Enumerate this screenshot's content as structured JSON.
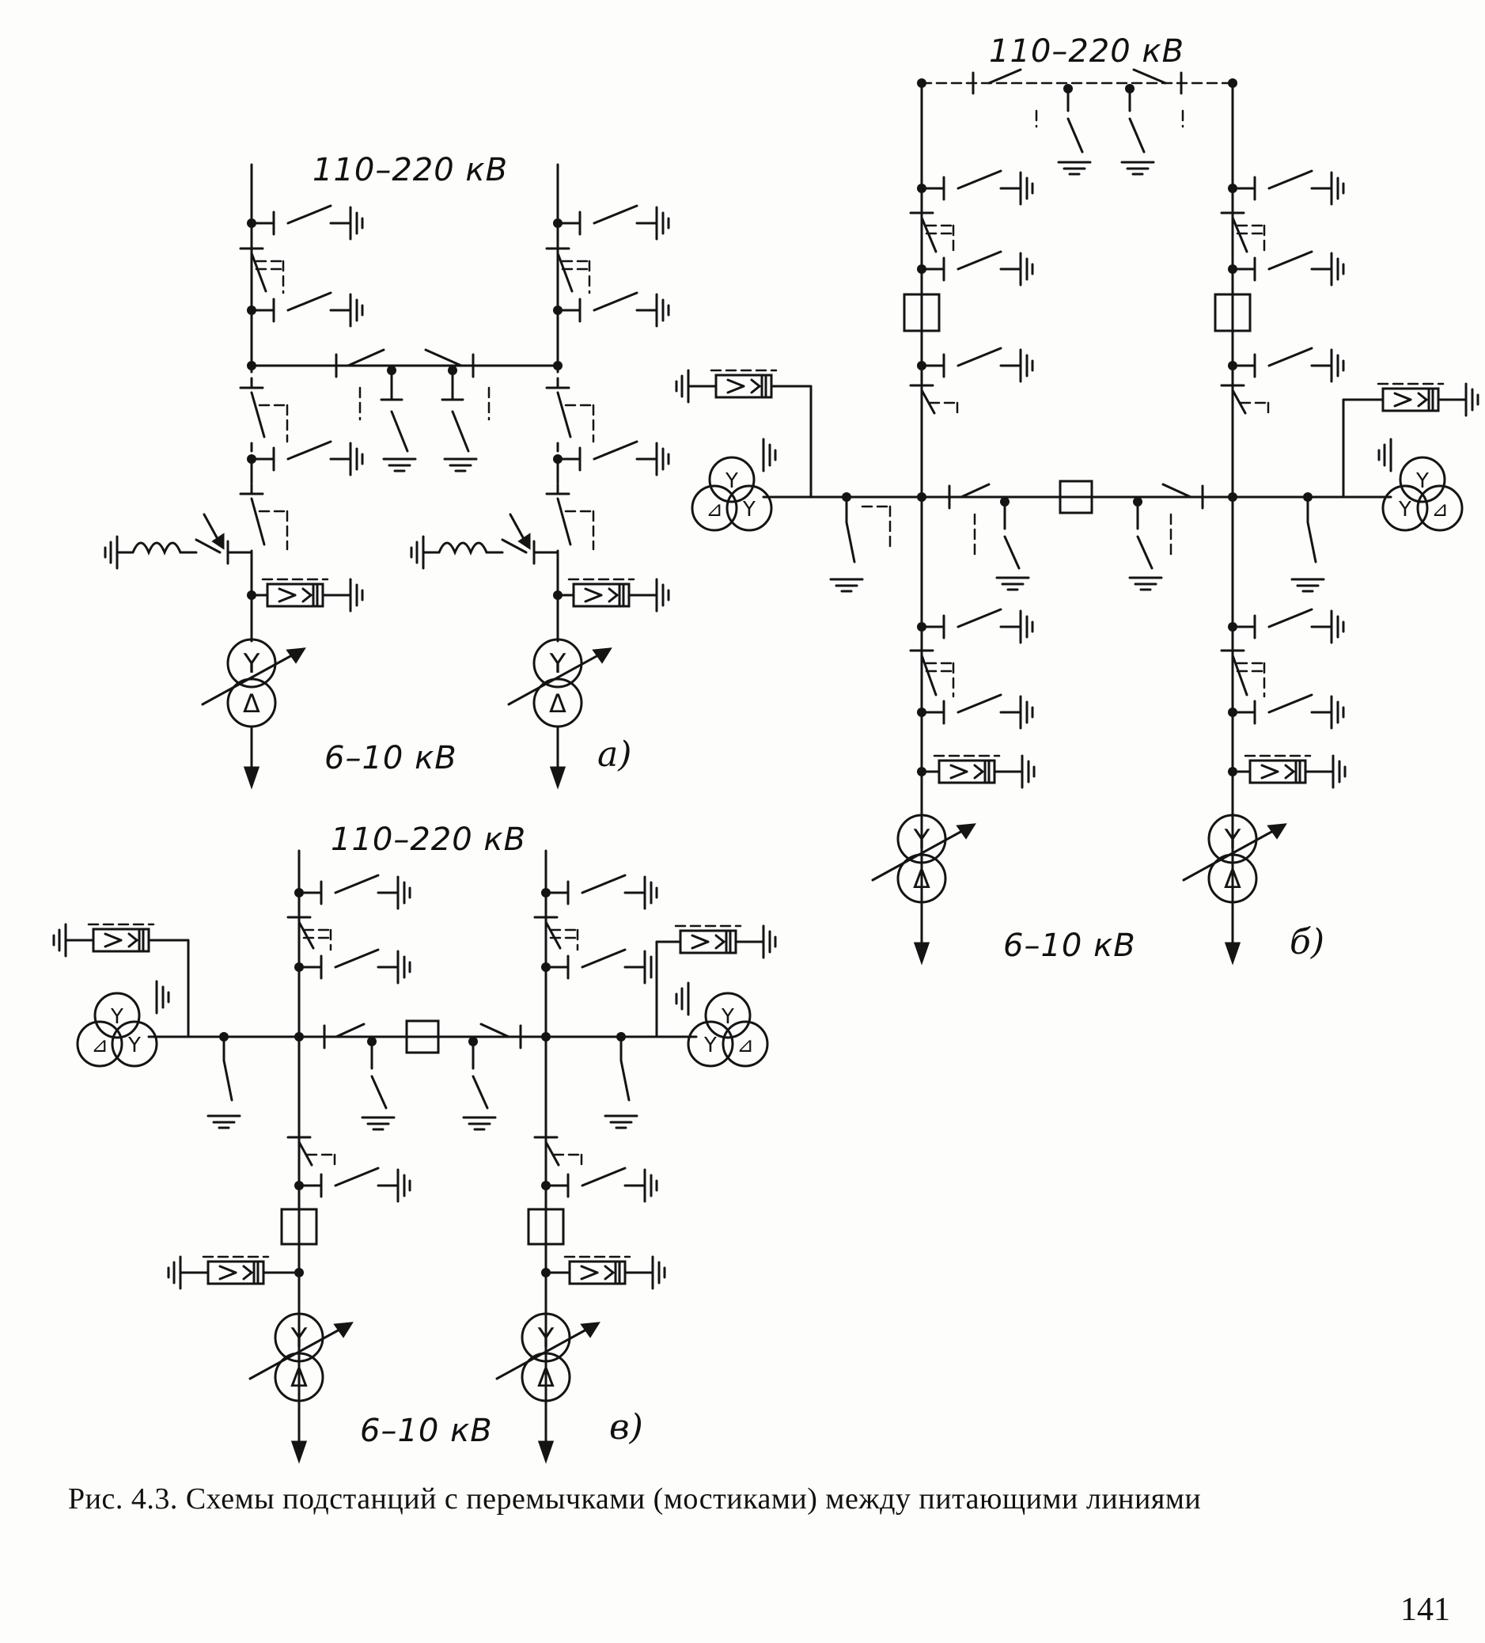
{
  "labels": {
    "a_hv": "110–220 кВ",
    "a_lv": "6–10 кВ",
    "a_letter": "а)",
    "b_hv": "110–220 кВ",
    "b_lv": "6–10 кВ",
    "b_letter": "б)",
    "c_hv": "110–220 кВ",
    "c_lv": "6–10 кВ",
    "c_letter": "в)"
  },
  "caption": "Рис. 4.3. Схемы подстанций с перемычками (мостиками) между питающими линиями",
  "page_number": "141",
  "symbols": {
    "transformer_hv_winding": "Y",
    "transformer_lv_winding": "Δ",
    "three_winding_lv": "⊿"
  }
}
